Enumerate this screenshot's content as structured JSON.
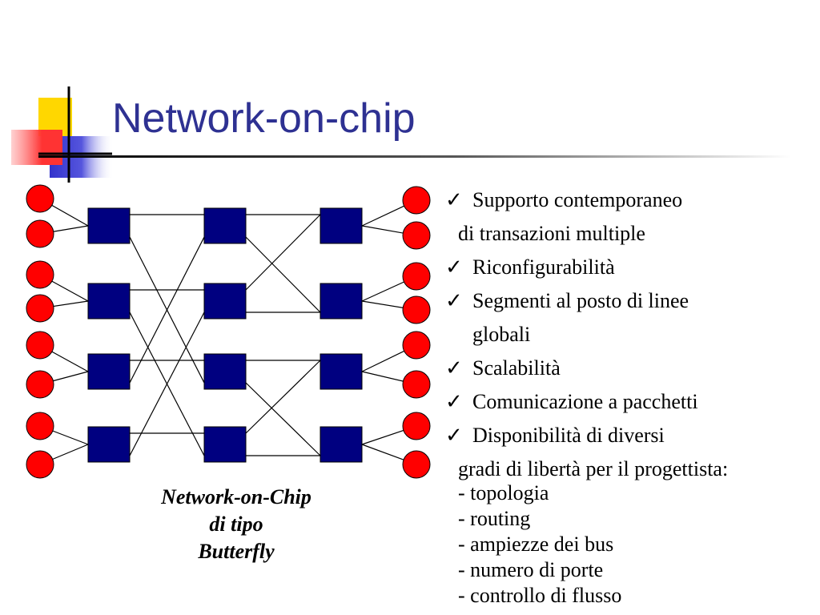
{
  "slide": {
    "title": "Network-on-chip",
    "caption": [
      "Network-on-Chip",
      "di tipo",
      "Butterfly"
    ],
    "check_glyph": "✓",
    "bullets": [
      {
        "check": true,
        "text": "Supporto contemporaneo"
      },
      {
        "check": false,
        "text": "di transazioni multiple"
      },
      {
        "check": true,
        "text": "Riconfigurabilità"
      },
      {
        "check": true,
        "text": "Segmenti al posto di linee"
      },
      {
        "check": false,
        "text": "globali"
      },
      {
        "check": true,
        "text": "Scalabilità"
      },
      {
        "check": true,
        "text": "Comunicazione a pacchetti"
      },
      {
        "check": true,
        "text": "Disponibilità di diversi"
      },
      {
        "check": false,
        "text": "gradi di libertà per il progettista:"
      },
      {
        "check": false,
        "text": "- topologia"
      },
      {
        "check": false,
        "text": "- routing"
      },
      {
        "check": false,
        "text": "- ampiezze dei bus"
      },
      {
        "check": false,
        "text": "- numero di porte"
      },
      {
        "check": false,
        "text": "- controllo di flusso"
      }
    ]
  },
  "diagram": {
    "stages": 3,
    "switches_per_stage": 4,
    "terminals_per_side": 8,
    "colors": {
      "switch": "#000080",
      "terminal": "#ff0000",
      "wire": "#000000"
    }
  }
}
